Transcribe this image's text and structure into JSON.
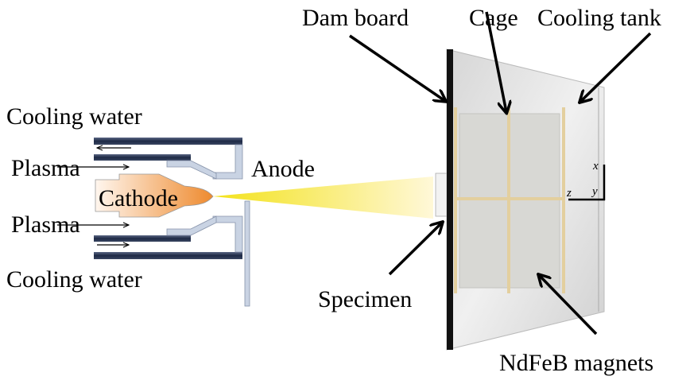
{
  "labels": {
    "cooling_water_top": "Cooling water",
    "plasma_top": "Plasma",
    "anode": "Anode",
    "cathode": "Cathode",
    "plasma_bottom": "Plasma",
    "cooling_water_bottom": "Cooling water",
    "specimen": "Specimen",
    "dam_board": "Dam board",
    "cage": "Cage",
    "cooling_tank": "Cooling tank",
    "ndfeb_magnets": "NdFeB magnets"
  },
  "axes": {
    "x": "x",
    "y": "y",
    "z": "z"
  },
  "colors": {
    "dark_bar": "#2a3550",
    "light_bar": "#c9d3e3",
    "cathode": "#f29a48",
    "flame": "#f5e640",
    "cage": "#e3cf9e",
    "tank": "#dcdcdc"
  }
}
